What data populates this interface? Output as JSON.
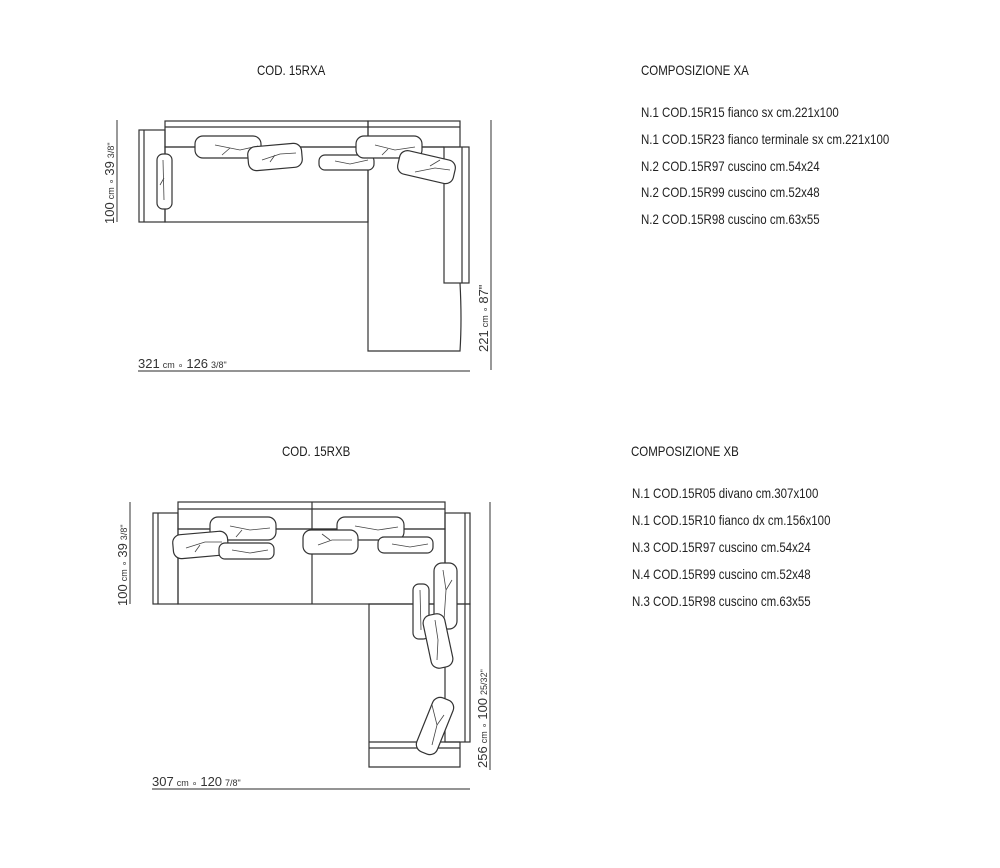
{
  "composition_a": {
    "code_title": "COD. 15RXA",
    "title": "COMPOSIZIONE XA",
    "items": [
      "N.1 COD.15R15 fianco sx cm.221x100",
      "N.1 COD.15R23 fianco terminale sx cm.221x100",
      "N.2 COD.15R97 cuscino cm.54x24",
      "N.2 COD.15R99 cuscino cm.52x48",
      "N.2 COD.15R98 cuscino cm.63x55"
    ],
    "dims": {
      "depth": {
        "cm": "100",
        "unit": "cm",
        "in": "39",
        "frac": "3/8\""
      },
      "width": {
        "cm": "321",
        "unit": "cm",
        "in": "126",
        "frac": "3/8\""
      },
      "length": {
        "cm": "221",
        "unit": "cm",
        "in": "87\"",
        "frac": ""
      }
    }
  },
  "composition_b": {
    "code_title": "COD. 15RXB",
    "title": "COMPOSIZIONE XB",
    "items": [
      "N.1 COD.15R05 divano cm.307x100",
      "N.1 COD.15R10 fianco dx cm.156x100",
      "N.3 COD.15R97 cuscino cm.54x24",
      "N.4 COD.15R99 cuscino cm.52x48",
      "N.3 COD.15R98 cuscino cm.63x55"
    ],
    "dims": {
      "depth": {
        "cm": "100",
        "unit": "cm",
        "in": "39",
        "frac": "3/8\""
      },
      "width": {
        "cm": "307",
        "unit": "cm",
        "in": "120",
        "frac": "7/8\""
      },
      "length": {
        "cm": "256",
        "unit": "cm",
        "in": "100",
        "frac": "25/32\""
      }
    }
  }
}
